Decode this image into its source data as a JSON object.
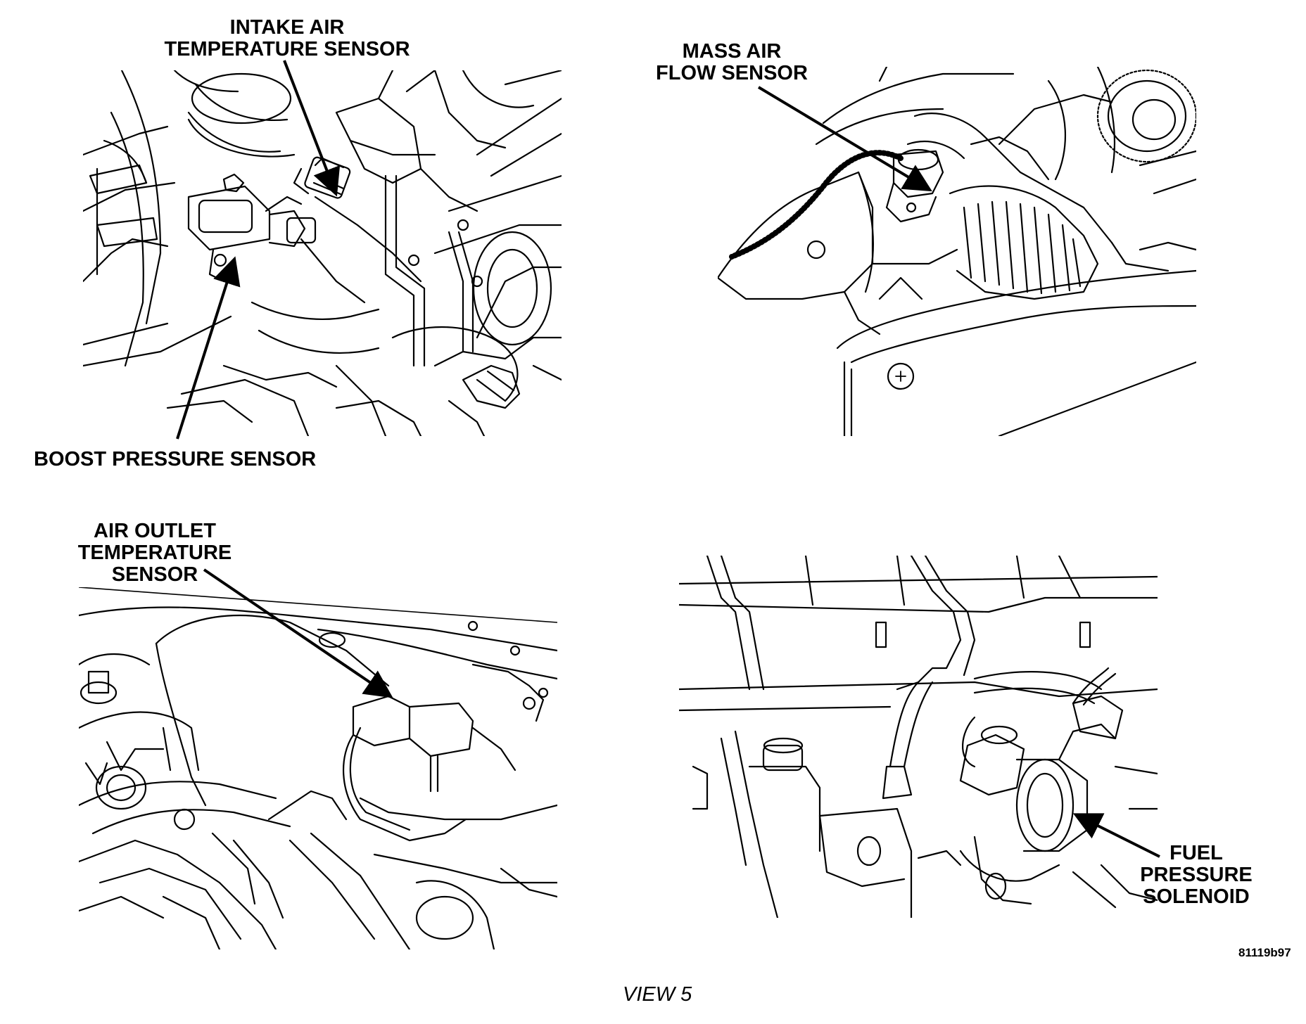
{
  "labels": {
    "intake_air_temp": [
      "INTAKE AIR",
      "TEMPERATURE SENSOR"
    ],
    "mass_air_flow": [
      "MASS AIR",
      "FLOW SENSOR"
    ],
    "boost_pressure": [
      "BOOST PRESSURE SENSOR"
    ],
    "air_outlet_temp": [
      "AIR OUTLET",
      "TEMPERATURE",
      "SENSOR"
    ],
    "fuel_pressure_solenoid": [
      "FUEL",
      "PRESSURE",
      "SOLENOID"
    ]
  },
  "reference_code": "81119b97",
  "caption": "VIEW 5"
}
